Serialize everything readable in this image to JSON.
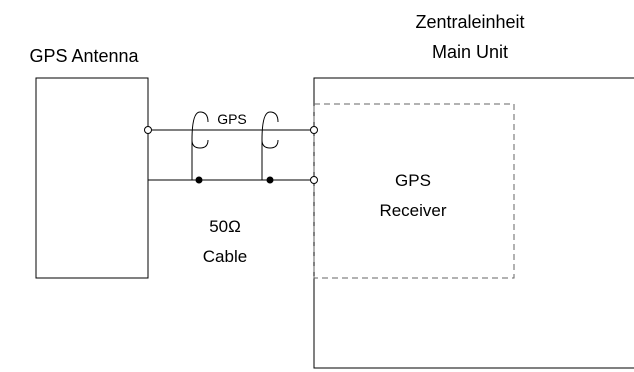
{
  "antenna": {
    "label": "GPS Antenna"
  },
  "main_unit": {
    "label_line1": "Zentraleinheit",
    "label_line2": "Main Unit"
  },
  "receiver": {
    "label_line1": "GPS",
    "label_line2": "Receiver"
  },
  "cable": {
    "shield_label": "GPS",
    "impedance_label": "50Ω",
    "type_label": "Cable"
  },
  "colors": {
    "line": "#000000",
    "dashed": "#666666",
    "background": "#ffffff"
  }
}
